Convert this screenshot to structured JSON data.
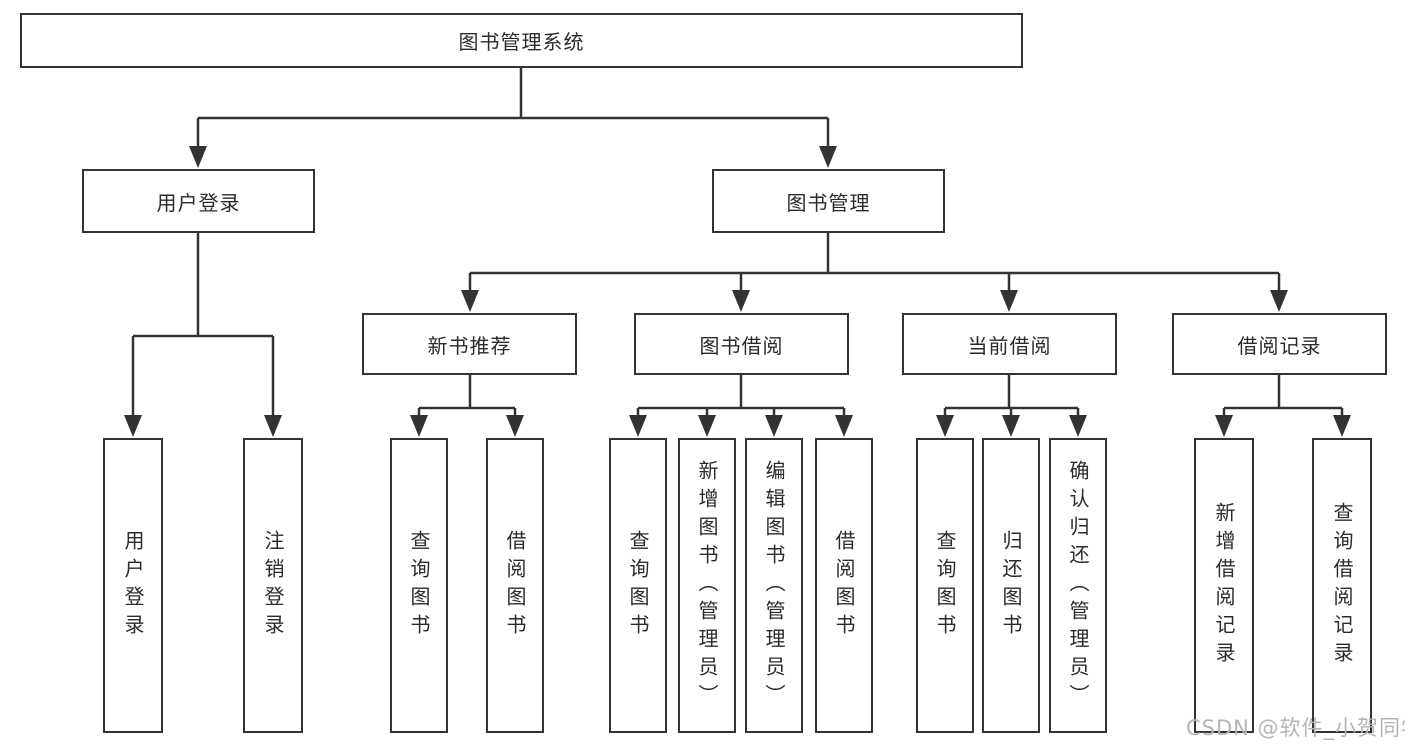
{
  "diagram_type": "functional-structure-tree",
  "colors": {
    "line": "#333333",
    "box_border": "#333333",
    "text": "#2b2b2b",
    "watermark": "#b4b4b4",
    "background": "#ffffff"
  },
  "watermark": {
    "text": "CSDN @软件_小贺同学"
  },
  "tree": {
    "label": "图书管理系统",
    "children": [
      {
        "label": "用户登录",
        "children": [
          {
            "label": "用户登录"
          },
          {
            "label": "注销登录"
          }
        ]
      },
      {
        "label": "图书管理",
        "children": [
          {
            "label": "新书推荐",
            "children": [
              {
                "label": "查询图书"
              },
              {
                "label": "借阅图书"
              }
            ]
          },
          {
            "label": "图书借阅",
            "children": [
              {
                "label": "查询图书"
              },
              {
                "label": "新增图书（管理员）"
              },
              {
                "label": "编辑图书（管理员）"
              },
              {
                "label": "借阅图书"
              }
            ]
          },
          {
            "label": "当前借阅",
            "children": [
              {
                "label": "查询图书"
              },
              {
                "label": "归还图书"
              },
              {
                "label": "确认归还（管理员）"
              }
            ]
          },
          {
            "label": "借阅记录",
            "children": [
              {
                "label": "新增借阅记录"
              },
              {
                "label": "查询借阅记录"
              }
            ]
          }
        ]
      }
    ]
  }
}
